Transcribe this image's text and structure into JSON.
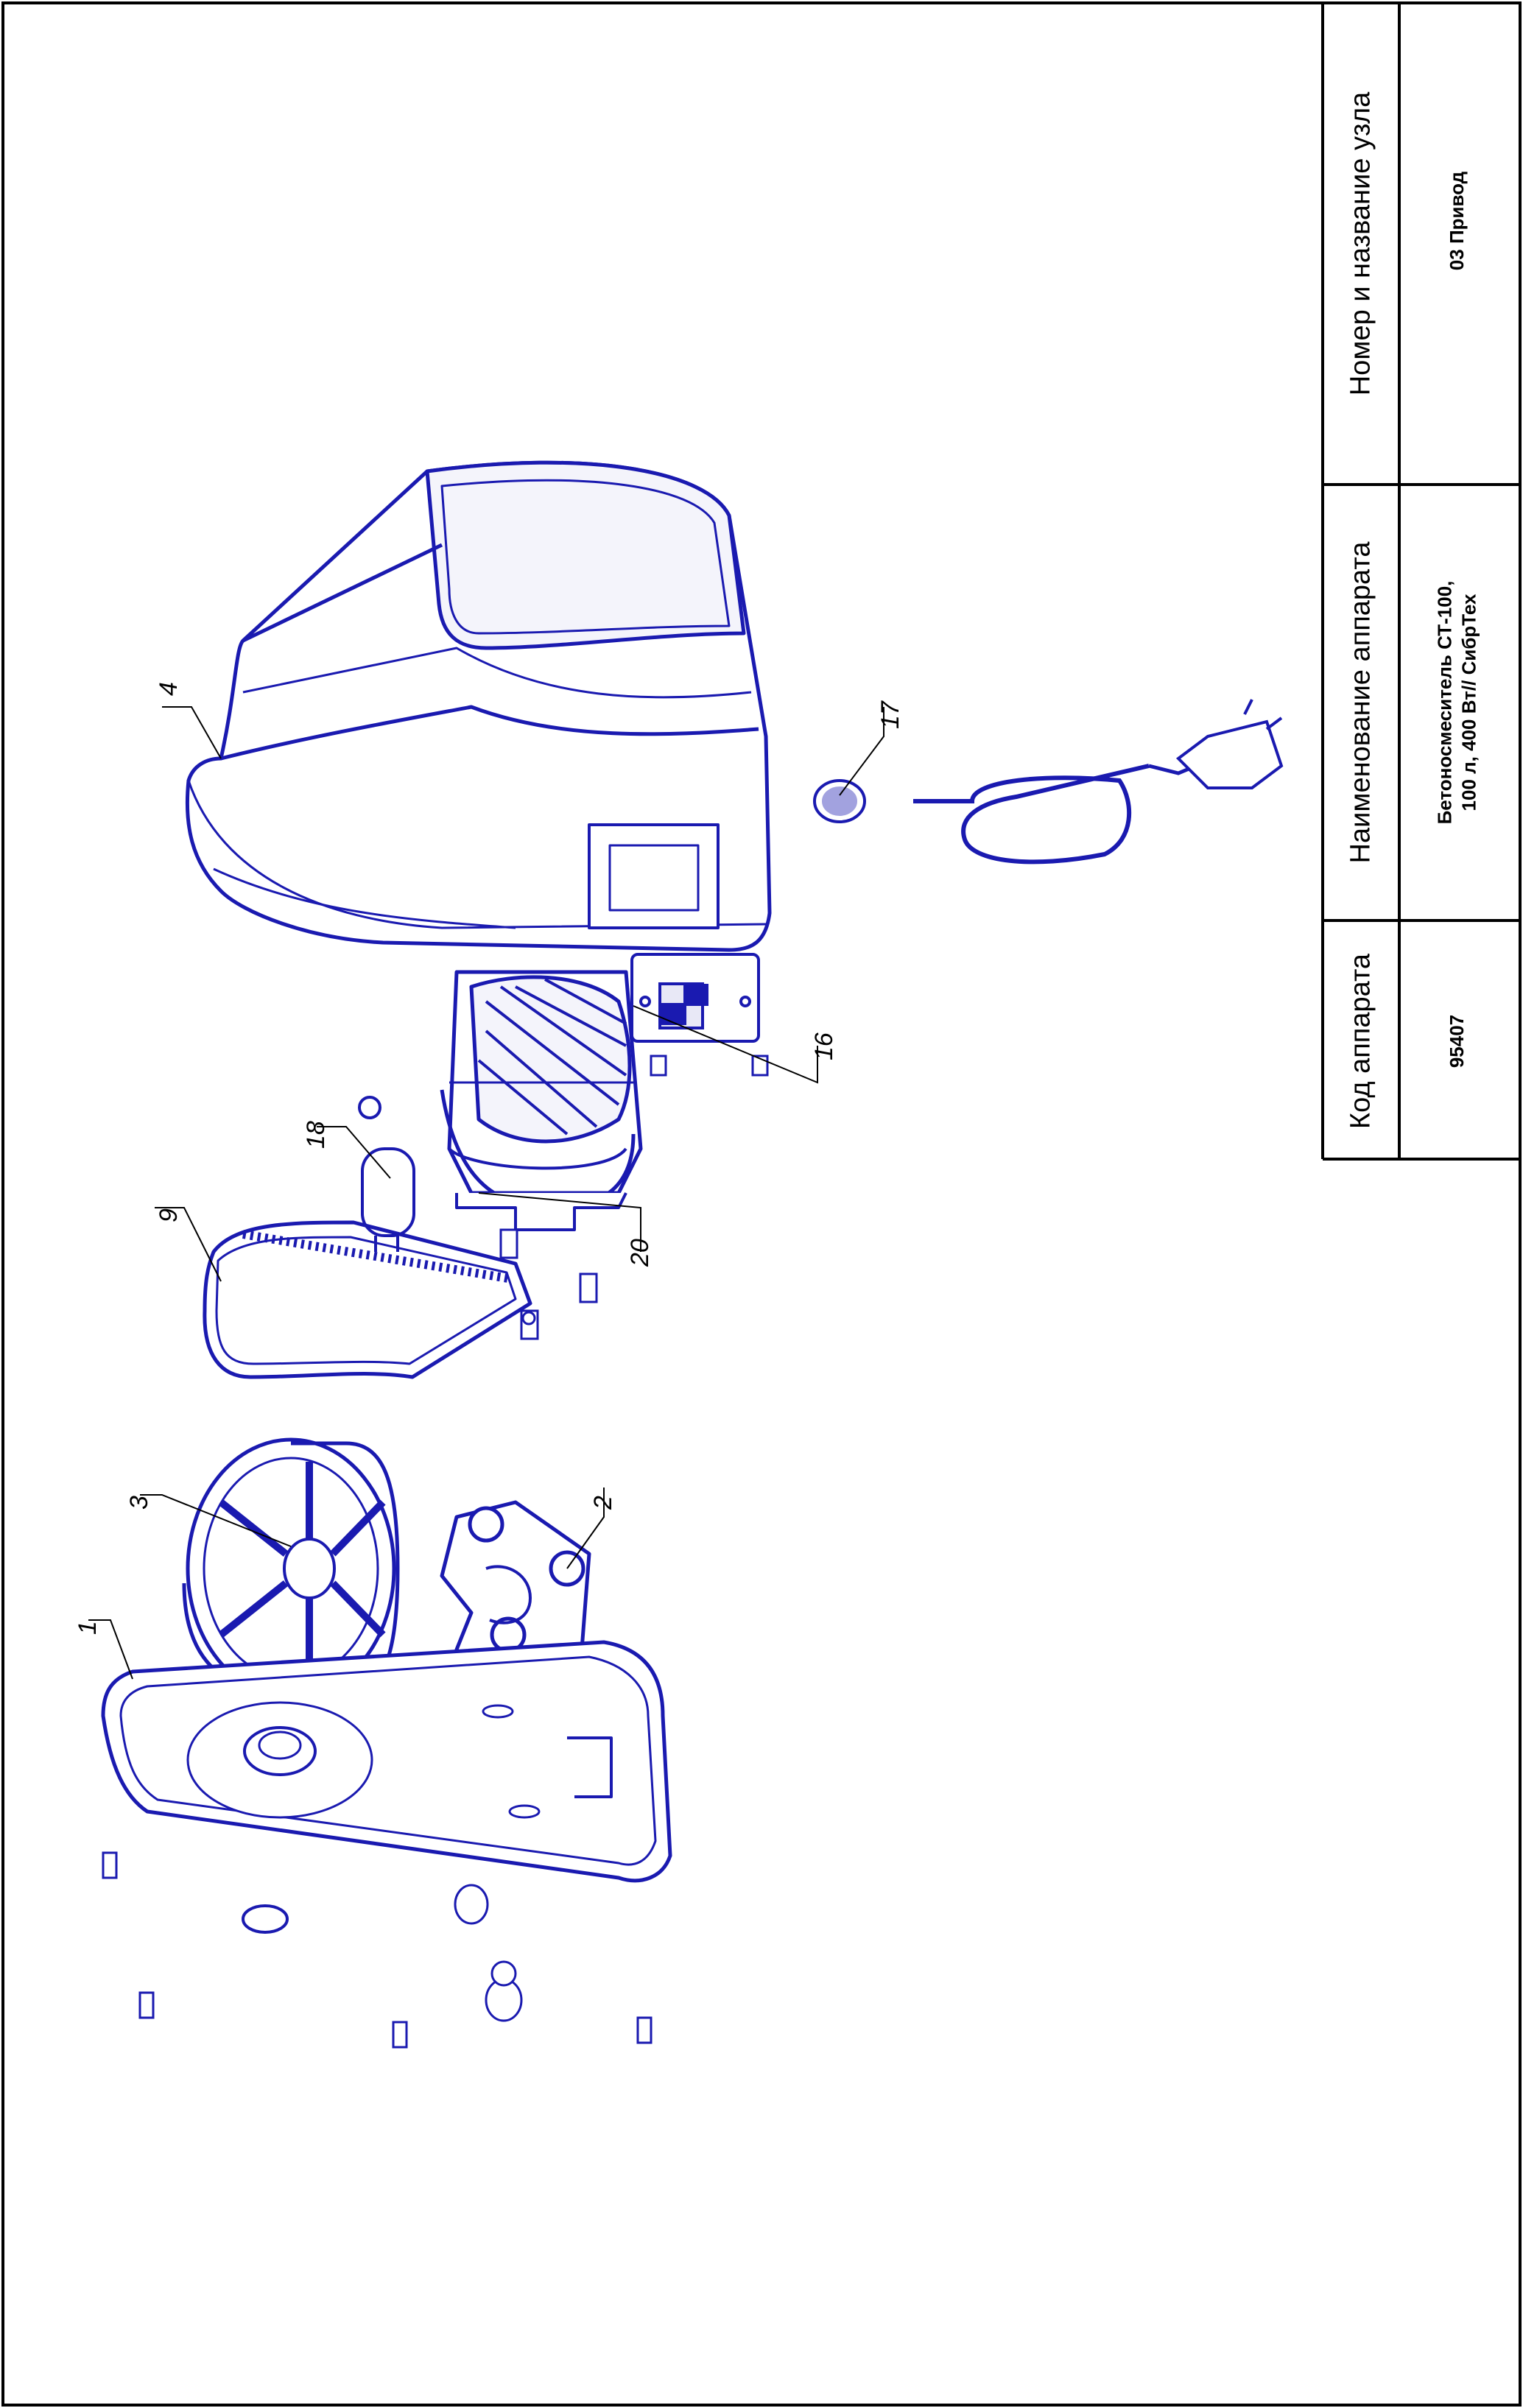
{
  "title_block": {
    "headers": {
      "code": "Код аппарата",
      "name": "Наименование аппарата",
      "unit": "Номер и название узла"
    },
    "values": {
      "code": "95407",
      "name_line1": "Бетоносмеситель СТ-100,",
      "name_line2": "100 л, 400 Вт// СибрТех",
      "unit": "03 Привод"
    }
  },
  "callouts": {
    "c1": "1",
    "c2": "2",
    "c3": "3",
    "c4": "4",
    "c9": "9",
    "c16": "16",
    "c17": "17",
    "c18": "18",
    "c20": "20"
  },
  "colors": {
    "frame": "#000000",
    "drawing": "#1a1ab0",
    "shade": "#e8e8f6"
  }
}
